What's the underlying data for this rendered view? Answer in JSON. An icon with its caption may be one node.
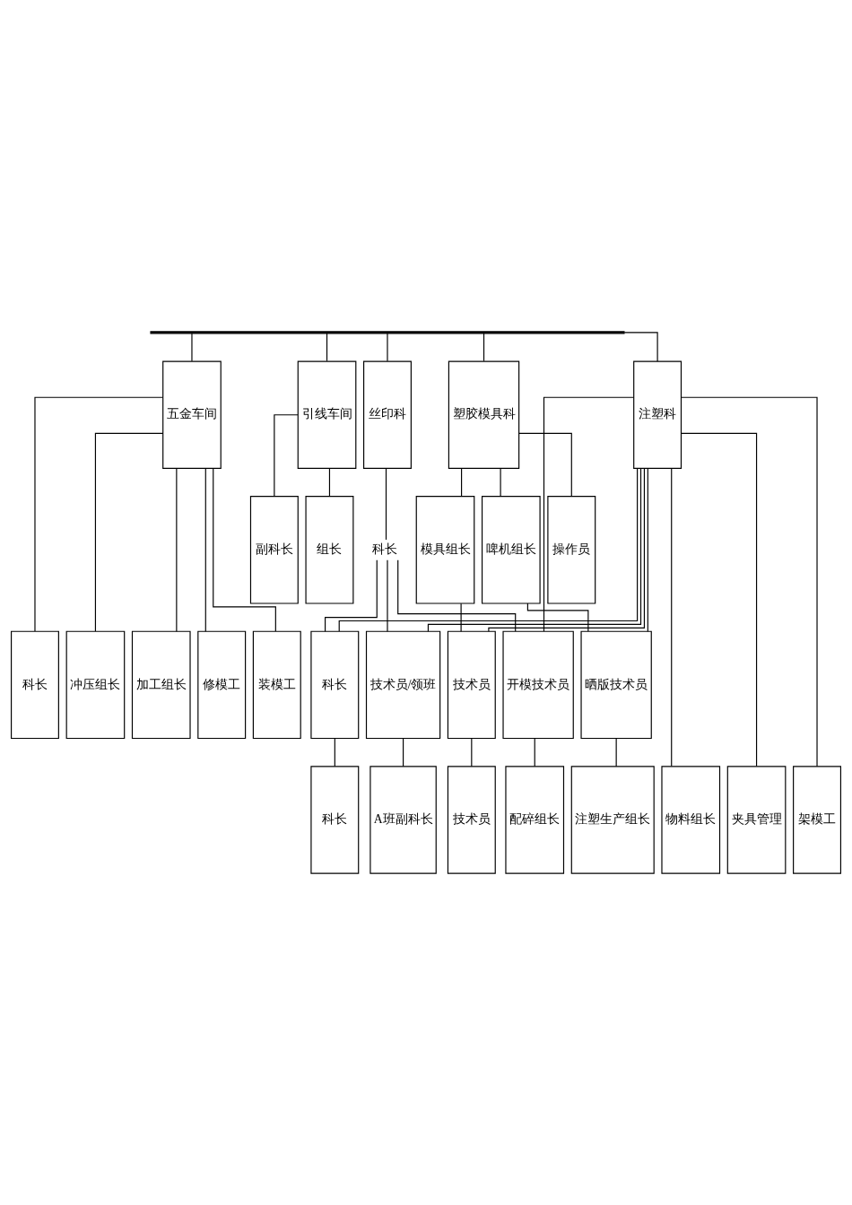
{
  "diagram": {
    "nodes": [
      {
        "text": [],
        "shape": "bar"
      },
      {
        "text": [
          "五金车间"
        ]
      },
      {
        "text": [
          "引线车间"
        ]
      },
      {
        "text": [
          "丝印科"
        ]
      },
      {
        "text": [
          "塑胶模具科"
        ]
      },
      {
        "text": [
          "注塑科"
        ]
      },
      {
        "text": [
          "副科长"
        ]
      },
      {
        "text": [
          "组长"
        ]
      },
      {
        "text": [
          "科长"
        ]
      },
      {
        "text": [
          "模具组长"
        ]
      },
      {
        "text": [
          "啤机组长"
        ]
      },
      {
        "text": [
          "操作员"
        ]
      },
      {
        "text": [
          "科长"
        ]
      },
      {
        "text": [
          "冲压组长"
        ]
      },
      {
        "text": [
          "加工组长"
        ]
      },
      {
        "text": [
          "修模工"
        ]
      },
      {
        "text": [
          "装模工"
        ]
      },
      {
        "text": [
          "科长"
        ]
      },
      {
        "text": [
          "技术员/领班"
        ]
      },
      {
        "text": [
          "技术员"
        ]
      },
      {
        "text": [
          "晒版技术员"
        ]
      },
      {
        "text": [
          "开模技术员"
        ]
      },
      {
        "text": [
          "科长"
        ]
      },
      {
        "text": [
          "A班副科长"
        ]
      },
      {
        "text": [
          "技术员"
        ]
      },
      {
        "text": [
          "注塑生产组长"
        ]
      },
      {
        "text": [
          "配碎组长"
        ]
      },
      {
        "text": [
          "物料组长"
        ]
      },
      {
        "text": [
          "夹具管理"
        ]
      },
      {
        "text": [
          "架模工"
        ]
      }
    ],
    "edges": [
      {
        "from": 0,
        "to": 1,
        "arrow": "none"
      },
      {
        "from": 0,
        "to": 2,
        "arrow": "none"
      },
      {
        "from": 0,
        "to": 3,
        "arrow": "none"
      },
      {
        "from": 0,
        "to": 4,
        "arrow": "none"
      },
      {
        "from": 0,
        "to": 5,
        "arrow": "none"
      },
      {
        "from": 1,
        "to": 12,
        "arrow": "none"
      },
      {
        "from": 1,
        "to": 13,
        "arrow": "none"
      },
      {
        "from": 1,
        "to": 14,
        "arrow": "none"
      },
      {
        "from": 1,
        "to": 15,
        "arrow": "none"
      },
      {
        "from": 1,
        "to": 16,
        "arrow": "none"
      },
      {
        "from": 2,
        "to": 6,
        "arrow": "none"
      },
      {
        "from": 2,
        "to": 7,
        "arrow": "none"
      },
      {
        "from": 3,
        "to": 8,
        "arrow": "none"
      },
      {
        "from": 8,
        "to": 17,
        "arrow": "none"
      },
      {
        "from": 8,
        "to": 18,
        "arrow": "none"
      },
      {
        "from": 8,
        "to": 21,
        "arrow": "none"
      },
      {
        "from": 4,
        "to": 9,
        "arrow": "none"
      },
      {
        "from": 4,
        "to": 10,
        "arrow": "none"
      },
      {
        "from": 4,
        "to": 11,
        "arrow": "none"
      },
      {
        "from": 9,
        "to": 19,
        "arrow": "none"
      },
      {
        "from": 10,
        "to": 20,
        "arrow": "none"
      },
      {
        "from": 5,
        "to": 17,
        "arrow": "none"
      },
      {
        "from": 5,
        "to": 18,
        "arrow": "none"
      },
      {
        "from": 5,
        "to": 19,
        "arrow": "none"
      },
      {
        "from": 5,
        "to": 20,
        "arrow": "none"
      },
      {
        "from": 5,
        "to": 21,
        "arrow": "none"
      },
      {
        "from": 5,
        "to": 27,
        "arrow": "none"
      },
      {
        "from": 5,
        "to": 28,
        "arrow": "none"
      },
      {
        "from": 5,
        "to": 29,
        "arrow": "none"
      },
      {
        "from": 17,
        "to": 22,
        "arrow": "none"
      },
      {
        "from": 18,
        "to": 23,
        "arrow": "none"
      },
      {
        "from": 19,
        "to": 24,
        "arrow": "none"
      },
      {
        "from": 20,
        "to": 25,
        "arrow": "none"
      },
      {
        "from": 21,
        "to": 26,
        "arrow": "none"
      }
    ]
  }
}
